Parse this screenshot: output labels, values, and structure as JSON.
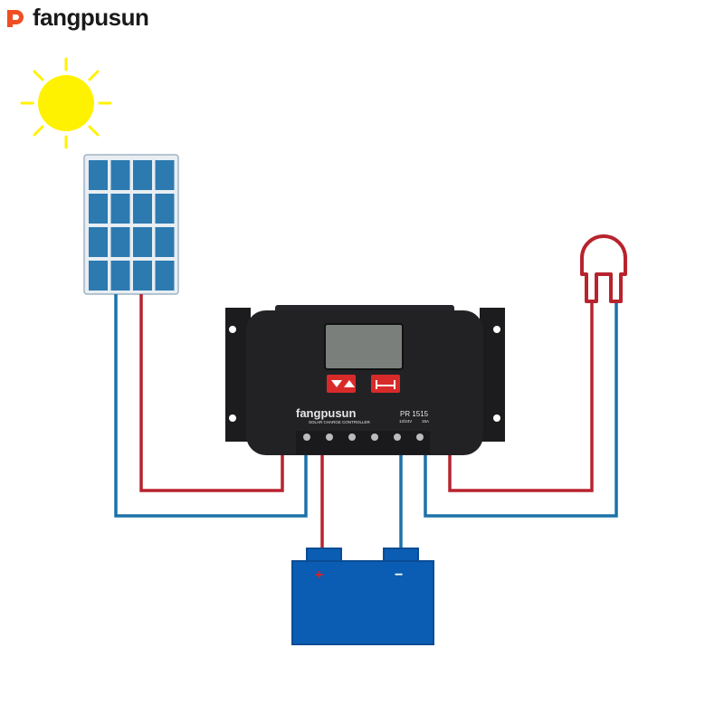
{
  "brand": {
    "name": "fangpusun",
    "color": "#f04e23"
  },
  "controller": {
    "brand": "fangpusun",
    "subtitle": "SOLAR CHARGE CONTROLLER",
    "model": "PR 1515",
    "voltage": "12/24V",
    "current": "15A"
  },
  "battery": {
    "positive_label": "+",
    "negative_label": "−"
  },
  "colors": {
    "positive_wire": "#b8232e",
    "negative_wire": "#1d72a8",
    "battery": "#0a5db3",
    "sun": "#fff200",
    "panel_cell": "#2d7ab0"
  }
}
